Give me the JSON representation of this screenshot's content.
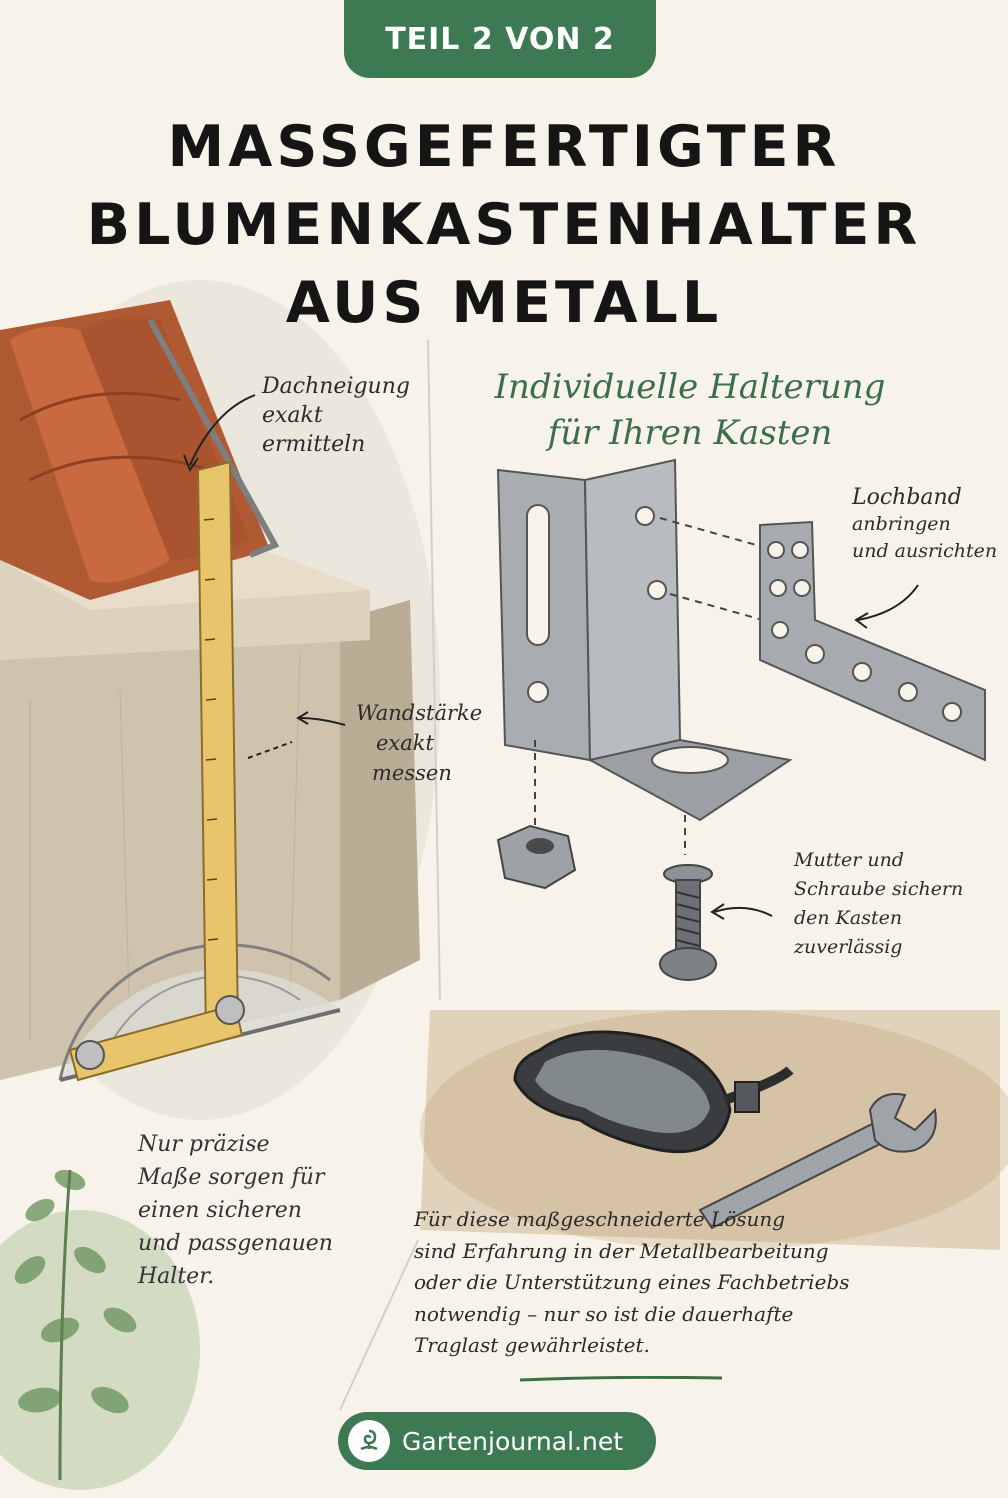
{
  "badge": {
    "label": "TEIL 2 VON 2"
  },
  "title": {
    "lines": [
      "MASSGEFERTIGTER",
      "BLUMENKASTENHALTER",
      "AUS METALL"
    ]
  },
  "subhead": {
    "lines": [
      "Individuelle Halterung",
      "für Ihren Kasten"
    ]
  },
  "annotations": {
    "roof": [
      "Dachneigung",
      "exakt",
      "ermitteln"
    ],
    "wall": [
      "Wandstärke",
      "exakt",
      "messen"
    ],
    "band": [
      "Lochband",
      "anbringen",
      "und ausrichten"
    ],
    "nut": [
      "Mutter und",
      "Schraube sichern",
      "den Kasten",
      "zuverlässig"
    ],
    "precise": [
      "Nur präzise",
      "Maße sorgen für",
      "einen sicheren",
      "und passgenauen",
      "Halter."
    ],
    "bottom": [
      "Für diese maßgeschneiderte Lösung",
      "sind Erfahrung in der Metallbearbeitung",
      "oder die Unterstützung eines Fachbetriebs",
      "notwendig – nur so ist die dauerhafte",
      "Traglast gewährleistet."
    ]
  },
  "footer": {
    "brand": "Gartenjournal.net",
    "logo_icon": "garden-snail-icon"
  },
  "icons": {
    "roof_tiles": "roof-tile-icon",
    "folding_ruler": "folding-ruler-icon",
    "protractor": "protractor-icon",
    "bracket": "angle-bracket-icon",
    "perforated_strap": "perforated-strap-icon",
    "nut": "hex-nut-icon",
    "bolt": "bolt-icon",
    "goggles": "safety-goggles-icon",
    "wrench": "wrench-icon",
    "plant": "plant-icon"
  },
  "colors": {
    "brand_green": "#3d7a54",
    "background": "#f7f3ea",
    "title_text": "#151515",
    "subhead_green": "#3d6e4a"
  }
}
